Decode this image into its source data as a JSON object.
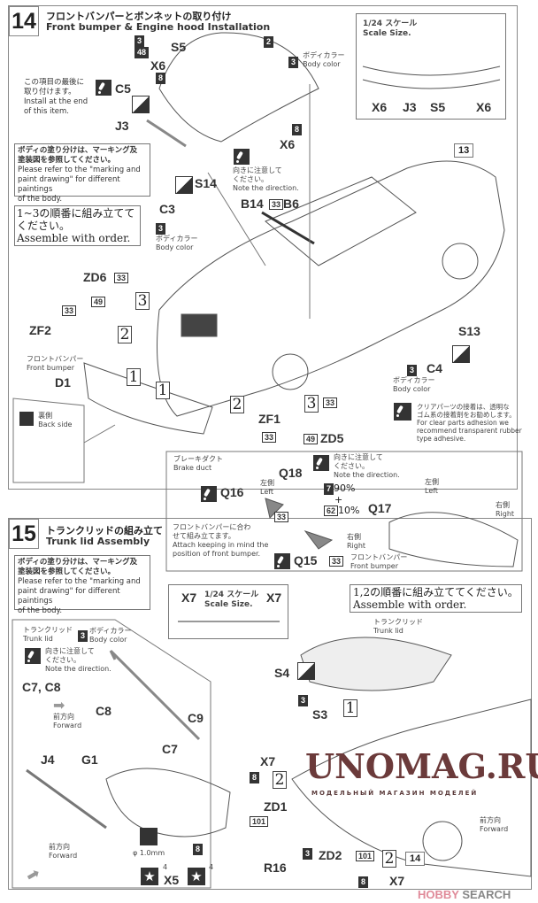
{
  "step14": {
    "number": "14",
    "title_jp": "フロントバンパーとボンネットの取り付け",
    "title_en": "Front bumper & Engine hood Installation",
    "install_end_jp1": "この項目の最後に",
    "install_end_jp2": "取り付けます。",
    "install_end_en1": "Install at the end",
    "install_end_en2": "of this item.",
    "paint_note_jp1": "ボディの塗り分けは、マーキング及",
    "paint_note_jp2": "塗装図を参照してください。",
    "paint_note_en1": "Please refer to the \"marking and",
    "paint_note_en2": "paint drawing\" for different paintings",
    "paint_note_en3": "of the body.",
    "order_jp": "1~3の順番に組み立ててください。",
    "order_en": "Assemble with order.",
    "scale_jp": "1/24 スケール",
    "scale_en": "Scale Size.",
    "scale_parts": [
      "X6",
      "J3",
      "S5",
      "X6"
    ],
    "body_color_jp": "ボディカラー",
    "body_color_en": "Body color",
    "direction_jp1": "向きに注意して",
    "direction_jp2": "ください。",
    "direction_en": "Note the direction.",
    "front_bumper_jp": "フロントバンパー",
    "front_bumper_en": "Front bumper",
    "back_side_jp": "裏側",
    "back_side_en": "Back side",
    "clear_jp1": "クリアパーツの接着は、透明な",
    "clear_jp2": "ゴム系の接着剤をお勧めします。",
    "clear_en1": "For clear parts adhesion we",
    "clear_en2": "recommend transparent rubber",
    "clear_en3": "type adhesive.",
    "parts": {
      "S5": "S5",
      "X6": "X6",
      "C5": "C5",
      "J3": "J3",
      "S14": "S14",
      "C3": "C3",
      "B14": "B14",
      "B6": "B6",
      "ZD6": "ZD6",
      "ZF2": "ZF2",
      "D1": "D1",
      "ZF1": "ZF1",
      "ZD5": "ZD5",
      "S13": "S13",
      "C4": "C4"
    },
    "paint_codes": {
      "c3": "3",
      "c48": "48",
      "c8": "8",
      "c33": "33",
      "c49": "49"
    },
    "ref_step": "13",
    "part_no_2": "2",
    "order_marks": [
      "1",
      "2",
      "3"
    ]
  },
  "brake_duct": {
    "title_jp": "ブレーキダクト",
    "title_en": "Brake duct",
    "parts": [
      "Q16",
      "Q18",
      "Q17",
      "Q15"
    ],
    "left_jp": "左側",
    "left_en": "Left",
    "right_jp": "右側",
    "right_en": "Right",
    "mix1_code": "7",
    "mix1_pct": "90%",
    "plus": "+",
    "mix2_code": "62",
    "mix2_pct": "10%",
    "bumper_note_jp1": "フロントバンパーに合わ",
    "bumper_note_jp2": "せて組み立てます。",
    "bumper_note_en1": "Attach keeping in mind the",
    "bumper_note_en2": "position of front bumper."
  },
  "step15": {
    "number": "15",
    "title_jp": "トランクリッドの組み立て",
    "title_en": "Trunk lid Assembly",
    "trunk_lid_jp": "トランクリッド",
    "trunk_lid_en": "Trunk lid",
    "forward_jp": "前方向",
    "forward_en": "Forward",
    "c7c8": "C7, C8",
    "drill": "φ 1.0mm",
    "order_jp": "1,2の順番に組み立ててください。",
    "order_en": "Assemble with order.",
    "parts": {
      "C8": "C8",
      "C9": "C9",
      "C7": "C7",
      "J4": "J4",
      "G1": "G1",
      "X5": "X5",
      "X7": "X7",
      "S4": "S4",
      "S3": "S3",
      "ZD1": "ZD1",
      "R16": "R16",
      "ZD2": "ZD2"
    },
    "paint_codes": {
      "c3": "3",
      "c8": "8",
      "c101": "101"
    },
    "screw_count": "4",
    "ref_step": "14"
  },
  "watermark": {
    "name": "UNOMAG.RU",
    "tagline": "МОДЕЛЬНЫЙ МАГАЗИН МОДЕЛЕЙ",
    "color": "#6b3a3a"
  },
  "hobby_search": {
    "hobby": "HOBBY",
    "search": "SEARCH",
    "color": "#e08a99"
  }
}
